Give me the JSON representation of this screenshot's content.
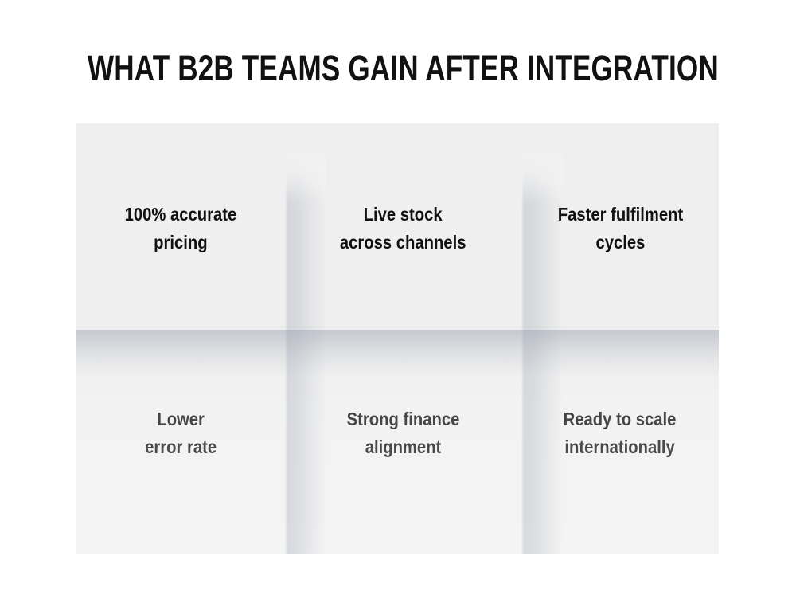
{
  "page": {
    "background_color": "#ffffff",
    "panel_color": "#efefef",
    "text_color": "#111111",
    "shadow_color": "#8c94a4"
  },
  "title": "What B2B Teams Gain After Integration",
  "grid": {
    "columns": 3,
    "rows": 2,
    "cells": [
      {
        "id": "accurate-pricing",
        "text": "100% accurate\npricing",
        "row": 1,
        "column": 1
      },
      {
        "id": "live-stock",
        "text": "Live stock\nacross channels",
        "row": 1,
        "column": 2
      },
      {
        "id": "faster-fulfilment",
        "text": "Faster fulfilment\ncycles",
        "row": 1,
        "column": 3
      },
      {
        "id": "lower-error-rate",
        "text": "Lower\nerror rate",
        "row": 2,
        "column": 1
      },
      {
        "id": "finance-alignment",
        "text": "Strong finance\nalignment",
        "row": 2,
        "column": 2
      },
      {
        "id": "scale-internationally",
        "text": "Ready to scale\ninternationally",
        "row": 2,
        "column": 3
      }
    ]
  }
}
